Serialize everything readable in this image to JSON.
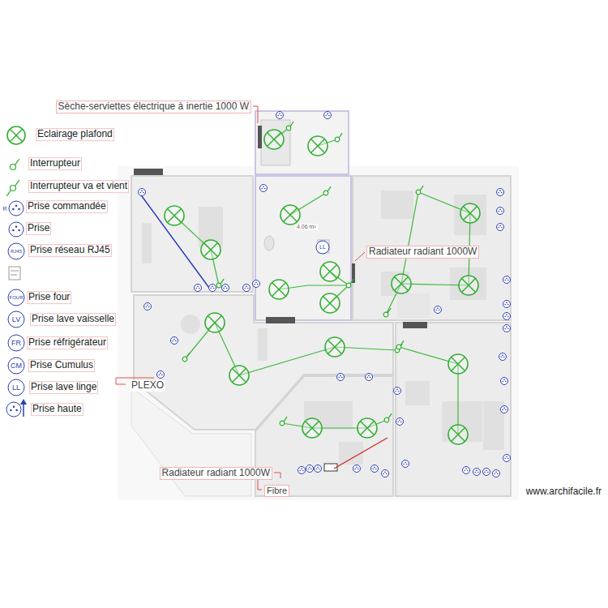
{
  "diagram": {
    "labels": [
      "Sèche-serviettes électrique à inertie 1000 W",
      "Radiateur radiant 1000W",
      "Radiateur radiant 1000W",
      "PLEXO",
      "Fibre",
      "www.archifacile.fr",
      "R",
      "RJ45",
      "FOUR",
      "LV",
      "FR",
      "CM",
      "LL",
      "LL",
      "4.06 m²"
    ],
    "legend": [
      {
        "text": "Eclairage plafond"
      },
      {
        "text": "Interrupteur"
      },
      {
        "text": "Interrupteur va et vient"
      },
      {
        "text": "Prise commandée"
      },
      {
        "text": "Prise"
      },
      {
        "text": "Prise réseau RJ45"
      },
      {
        "text": "Prise four"
      },
      {
        "text": "Prise lave vaisselle"
      },
      {
        "text": "Prise réfrigérateur"
      },
      {
        "text": "Prise Cumulus"
      },
      {
        "text": "Prise lave linge"
      },
      {
        "text": "Prise haute"
      }
    ]
  }
}
